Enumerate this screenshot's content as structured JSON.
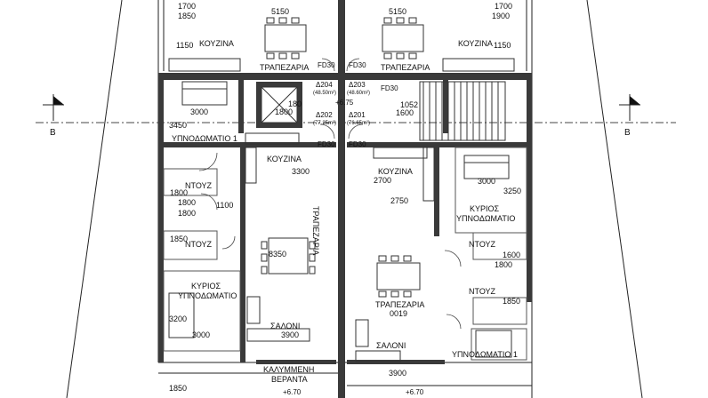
{
  "section_marker": "B",
  "rooms": {
    "kitchen": "ΚΟΥΖΙΝΑ",
    "dining": "ΤΡΑΠΕΖΑΡΙΑ",
    "bedroom1": "ΥΠΝΟΔΩΜΑΤΙΟ 1",
    "master_line1": "ΚΥΡΙΟΣ",
    "master_line2": "ΥΠΝΟΔΩΜΑΤΙΟ",
    "shower": "ΝΤΟΥΖ",
    "living": "ΣΑΛΟΝΙ",
    "veranda_line1": "ΚΑΛΥΜΜΕΝΗ",
    "veranda_line2": "ΒΕΡΑΝΤΑ"
  },
  "doors": {
    "fire_door": "FD30"
  },
  "spaces": {
    "d204": "Δ204",
    "d204_area": "(48.50m²)",
    "d203": "Δ203",
    "d203_area": "(48.60m²)",
    "d202": "Δ202",
    "d202_area": "(77.25m²)",
    "d201": "Δ201",
    "d201_area": "(76.65m²)"
  },
  "levels": {
    "landing": "+6.75",
    "veranda": "+6.70"
  },
  "code_0019": "0019",
  "dimensions": {
    "d1700": "1700",
    "d1850": "1850",
    "d5150": "5150",
    "d1900": "1900",
    "d1150": "1150",
    "d3000": "3000",
    "d3450": "3450",
    "d1800": "1800",
    "d180": "180",
    "d1052": "1052",
    "d1600": "1600",
    "d3300": "3300",
    "d2700": "2700",
    "d3250": "3250",
    "d1100": "1100",
    "d2750": "2750",
    "d8350": "8350",
    "d3200": "3200",
    "d3900": "3900"
  }
}
